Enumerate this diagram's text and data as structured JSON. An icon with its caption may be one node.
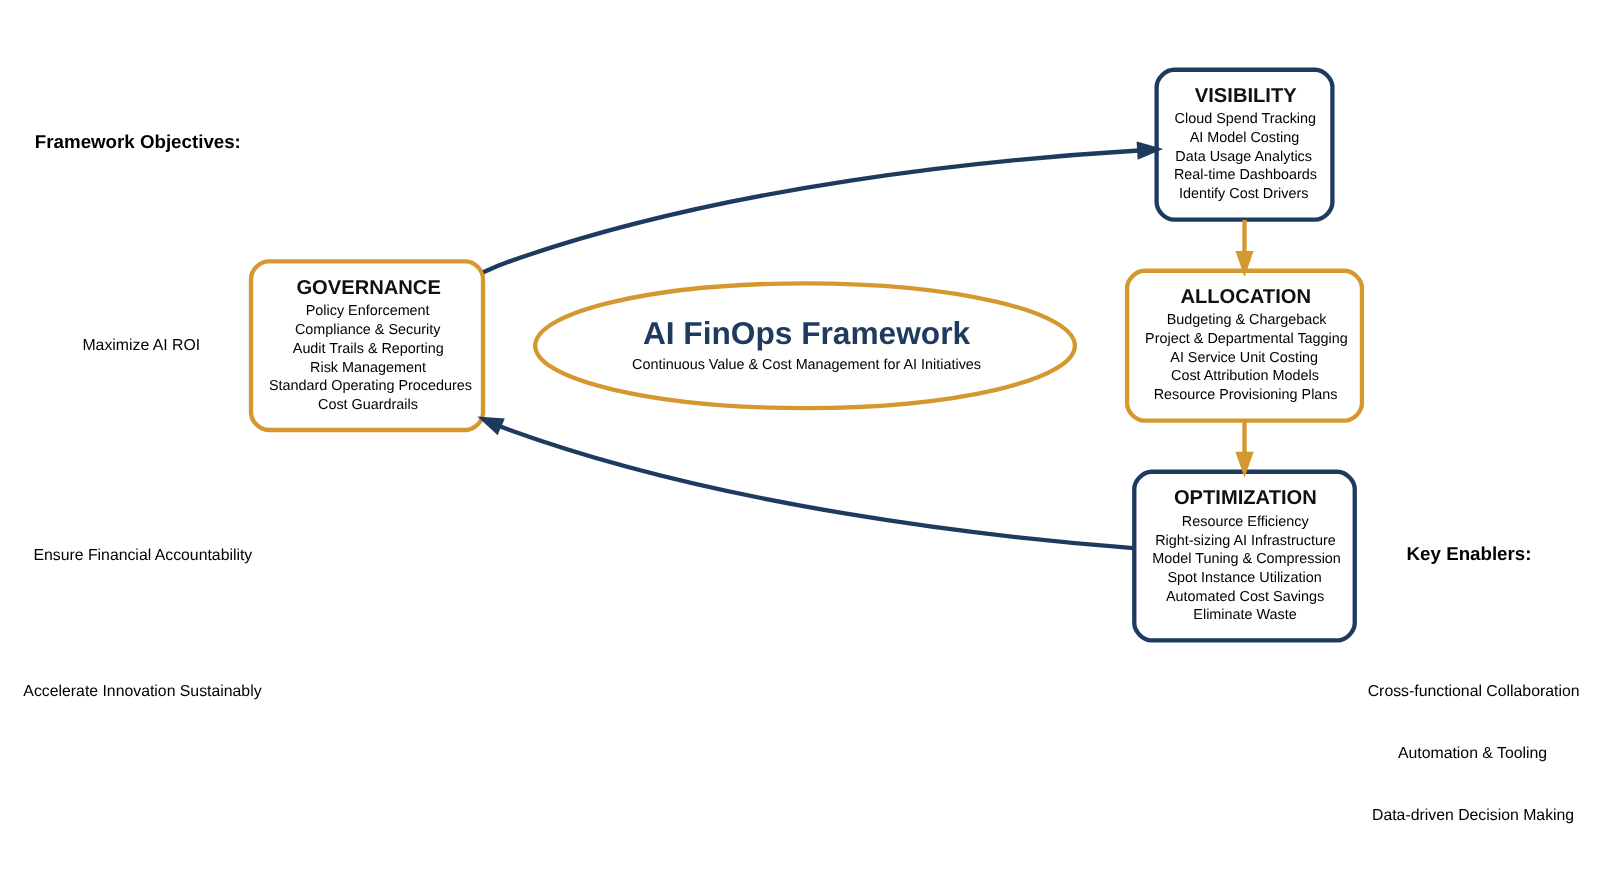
{
  "diagram": {
    "nodes": [
      {
        "text": [
          "AI FinOps Framework",
          "Continuous Value & Cost Management for AI Initiatives"
        ]
      },
      {
        "text": [
          "VISIBILITY",
          "Cloud Spend Tracking",
          "AI Model Costing",
          "Data Usage Analytics",
          "Real-time Dashboards",
          "Identify Cost Drivers"
        ]
      },
      {
        "text": [
          "ALLOCATION",
          "Budgeting & Chargeback",
          "Project & Departmental Tagging",
          "AI Service Unit Costing",
          "Cost Attribution Models",
          "Resource Provisioning Plans"
        ]
      },
      {
        "text": [
          "OPTIMIZATION",
          "Resource Efficiency",
          "Right-sizing AI Infrastructure",
          "Model Tuning & Compression",
          "Spot Instance Utilization",
          "Automated Cost Savings",
          "Eliminate Waste"
        ]
      },
      {
        "text": [
          "GOVERNANCE",
          "Policy Enforcement",
          "Compliance & Security",
          "Audit Trails & Reporting",
          "Risk Management",
          "Standard Operating Procedures",
          "Cost Guardrails"
        ]
      }
    ],
    "edges": [
      {
        "from": 4,
        "to": 1,
        "arrow": "to",
        "color": "#1f3a5f"
      },
      {
        "from": 1,
        "to": 2,
        "arrow": "to",
        "color": "#d4982f"
      },
      {
        "from": 2,
        "to": 3,
        "arrow": "to",
        "color": "#d4982f"
      },
      {
        "from": 3,
        "to": 4,
        "arrow": "to",
        "color": "#1f3a5f"
      }
    ],
    "labels": [
      "Framework Objectives:",
      "Maximize AI ROI",
      "Ensure Financial Accountability",
      "Accelerate Innovation Sustainably",
      "Key Enablers:",
      "Cross-functional Collaboration",
      "Automation & Tooling",
      "Data-driven Decision Making"
    ]
  }
}
